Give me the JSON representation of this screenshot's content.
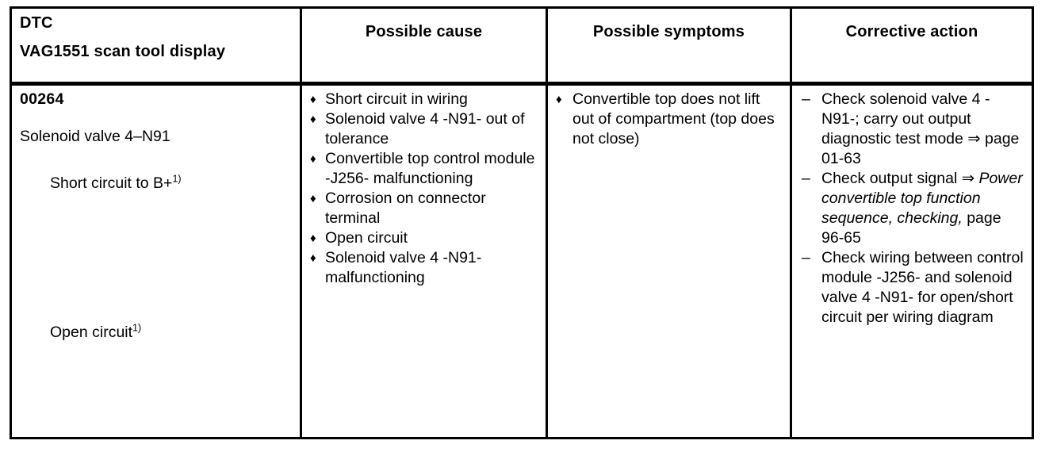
{
  "table": {
    "headers": {
      "col1_line1": "DTC",
      "col1_line2": "VAG1551 scan tool display",
      "col2": "Possible cause",
      "col3": "Possible symptoms",
      "col4": "Corrective action"
    },
    "row": {
      "dtc": {
        "code": "00264",
        "component": "Solenoid valve 4–N91",
        "fault_1": "Short circuit to B+",
        "fault_1_note": "1)",
        "fault_2": "Open circuit",
        "fault_2_note": "1)"
      },
      "possible_cause": {
        "group_1": [
          "Short circuit in wiring",
          "Solenoid valve 4 -N91- out of tolerance",
          "Convertible top control module -J256- malfunctioning"
        ],
        "group_2": [
          "Corrosion on connector terminal",
          "Open circuit",
          "Solenoid valve 4 -N91- malfunctioning"
        ]
      },
      "possible_symptoms": [
        "Convertible top does not lift out of compartment (top does not close)"
      ],
      "corrective_action": [
        {
          "text_before": "Check solenoid valve 4 -N91-;  carry out output diagnostic test mode ⇒ page 01-63",
          "italic": "",
          "text_after": ""
        },
        {
          "text_before": "Check output signal ⇒ ",
          "italic": "Power convertible top function sequence, checking,",
          "text_after": " page 96-65"
        },
        {
          "text_before": "Check wiring between control module -J256- and solenoid valve 4 -N91- for open/short circuit per wiring diagram",
          "italic": "",
          "text_after": ""
        }
      ]
    },
    "glyphs": {
      "bullet": "♦",
      "dash": "–"
    }
  }
}
